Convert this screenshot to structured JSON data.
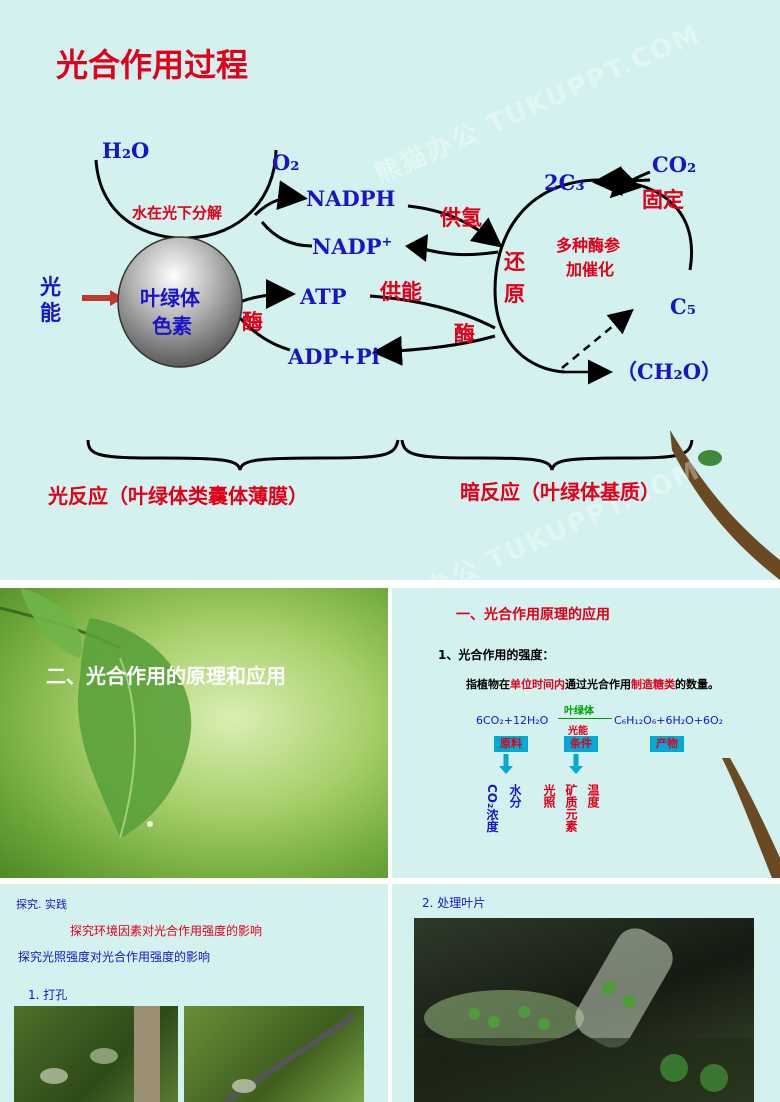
{
  "slide1": {
    "title": "光合作用过程",
    "h2o": "H₂O",
    "o2": "O₂",
    "water_split": "水在光下分解",
    "nadph": "NADPH",
    "nadp_base": "NADP",
    "nadp_sup": "+",
    "atp": "ATP",
    "adp_pi": "ADP+Pi",
    "light_energy": "光能",
    "pigment_line1": "叶绿体",
    "pigment_line2": "色素",
    "enzyme_left": "酶",
    "supply_h": "供氢",
    "supply_energy": "供能",
    "enzyme_mid": "酶",
    "reduce_1": "还",
    "reduce_2": "原",
    "c3": "2C₃",
    "co2": "CO₂",
    "fix": "固定",
    "enzyme_multi_1": "多种酶参",
    "enzyme_multi_2": "加催化",
    "c5": "C₅",
    "ch2o": "（CH₂O）",
    "light_reaction": "光反应（叶绿体类囊体薄膜）",
    "dark_reaction": "暗反应（叶绿体基质）",
    "watermark": "熊猫办公 TUKUPPT.COM"
  },
  "slide2": {
    "title": "二、光合作用的原理和应用"
  },
  "slide3": {
    "title": "一、光合作用原理的应用",
    "subtitle": "1、光合作用的强度：",
    "desc_part1": "指植物在",
    "desc_hl1": "单位时间内",
    "desc_part2": "通过光合作用",
    "desc_hl2": "制造糖类",
    "desc_part3": "的数量。",
    "eq_left": "6CO₂+12H₂O",
    "eq_top": "叶绿体",
    "eq_bottom": "光能",
    "eq_right": "C₆H₁₂O₆+6H₂O+6O₂",
    "tag_raw": "原料",
    "tag_cond": "条件",
    "tag_prod": "产物",
    "factor_co2": "CO₂浓度",
    "factor_water": "水分",
    "factor_light": "光照",
    "factor_mineral": "矿质元素",
    "factor_temp": "温度"
  },
  "slide4": {
    "label": "探究. 实践",
    "line1": "探究环境因素对光合作用强度的影响",
    "line2": "探究光照强度对光合作用强度的影响",
    "step1": "1. 打孔"
  },
  "slide5": {
    "step2": "2. 处理叶片"
  },
  "colors": {
    "slide_bg": "#d3f1ee",
    "red": "#e0001a",
    "blue": "#1a14c8",
    "tag_bg": "#00a9d6",
    "eq_green": "#00a000"
  },
  "icons": [
    "red-arrow-icon",
    "down-arrow-icon",
    "curly-brace-icon"
  ]
}
